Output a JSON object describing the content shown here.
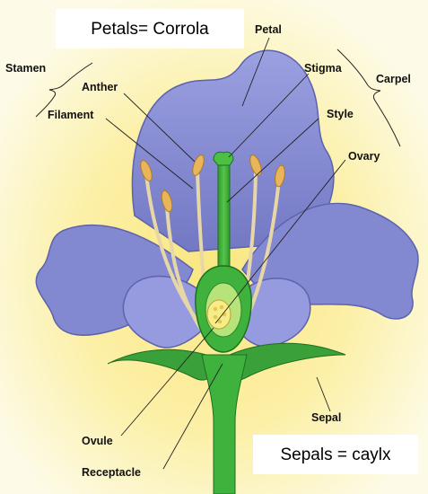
{
  "labels": {
    "stamen": "Stamen",
    "anther": "Anther",
    "filament": "Filament",
    "petal": "Petal",
    "stigma": "Stigma",
    "carpel": "Carpel",
    "style": "Style",
    "ovary": "Ovary",
    "sepal": "Sepal",
    "ovule": "Ovule",
    "receptacle": "Receptacle"
  },
  "annotations": {
    "petals": "Petals= Corrola",
    "sepals": "Sepals = caylx"
  },
  "colors": {
    "background_glow": "#fbee95",
    "background_edge": "#fdfbe6",
    "petal": "#8d93d6",
    "petal_dark": "#5d62ad",
    "green": "#3fb23d",
    "green_light": "#a8de72",
    "anther": "#e9b55a",
    "filament": "#ecdcae",
    "ovule": "#f6ec88"
  }
}
